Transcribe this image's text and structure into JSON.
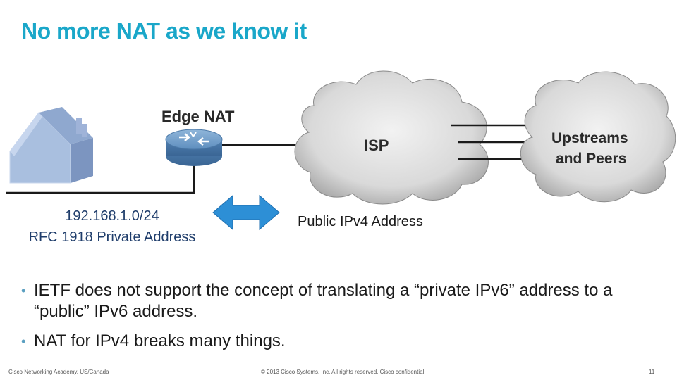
{
  "slide": {
    "title": "No more NAT as we know it"
  },
  "diagram": {
    "router_label": "Edge NAT",
    "isp_label": "ISP",
    "upstream_label_line1": "Upstreams",
    "upstream_label_line2": "and Peers",
    "lan_label_line1": "192.168.1.0/24",
    "lan_label_line2": "RFC 1918 Private Address",
    "public_label": "Public IPv4 Address",
    "arrow_color": "#2d8fd6"
  },
  "bullets": [
    "IETF does not support the concept of translating a “private IPv6” address to a “public” IPv6 address.",
    "NAT for IPv4 breaks many things."
  ],
  "footer": {
    "left": "Cisco Networking Academy, US/Canada",
    "center": "© 2013 Cisco Systems, Inc. All rights reserved. Cisco confidential.",
    "page": "11"
  }
}
